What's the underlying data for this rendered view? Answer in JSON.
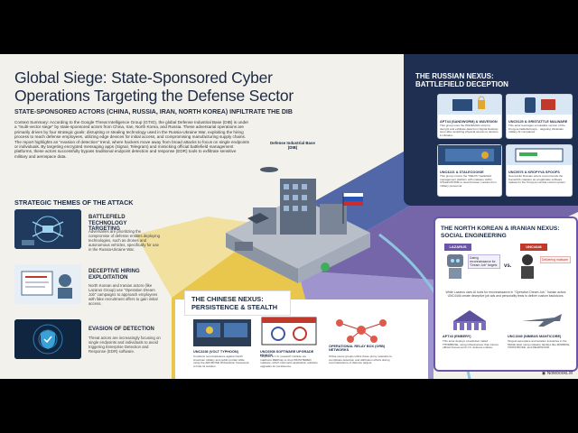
{
  "title": "Global Siege: State-Sponsored Cyber Operations Targeting the Defense Sector",
  "subtitle": "STATE-SPONSORED ACTORS (CHINA, RUSSIA, IRAN, NORTH KOREA) INFILTRATE THE DIB",
  "context": "Context Summary: According to the Google Threat Intelligence Group (GTIG), the global Defense Industrial Base (DIB) is under a \"multi-vector siege\" by state-sponsored actors from China, Iran, North Korea, and Russia. These adversarial operations are primarily driven by four strategic goals: disrupting or stealing technology used in the Russia-Ukraine War, exploiting the hiring process to reach defense employees, utilizing edge devices for initial access, and compromising manufacturing supply chains. The report highlights an \"evasion of detection\" trend, where hackers move away from broad attacks to focus on single endpoints or individuals. By targeting encrypted messaging apps (Signal, Telegram) and mimicking official battlefield management platforms, these actors successfully bypass traditional endpoint detection and response (EDR) tools to exfiltrate sensitive military and aerospace data.",
  "themes": {
    "heading": "STRATEGIC THEMES OF THE ATTACK",
    "items": [
      {
        "title": "BATTLEFIELD TECHNOLOGY TARGETING",
        "body": "Adversaries are prioritizing the compromise of defense entities deploying technologies, such as drones and autonomous vehicles, specifically for use in the Russia-Ukraine War."
      },
      {
        "title": "DECEPTIVE HIRING EXPLOITATION",
        "body": "North Korean and Iranian actors (like Lazarus Group) use \"Operation Dream Job\" campaigns to approach employees with fake recruitment offers to gain initial access."
      },
      {
        "title": "EVASION OF DETECTION",
        "body": "Threat actors are increasingly focusing on single endpoints and individuals to avoid triggering Enterprise Detection and Response (EDR) software."
      }
    ]
  },
  "center": {
    "dib_label": "Defense Industrial Base (DIB)"
  },
  "russia": {
    "heading_line1": "THE RUSSIAN NEXUS:",
    "heading_line2": "BATTLEFIELD DECEPTION",
    "cards": [
      {
        "title": "APT44 (SANDWORM) & WAVESIGN",
        "body": "This group uses the WAVESIGN script to decrypt and exfiltrate data from Signal Desktop soon after acquiring physical access to devices in Ukraine."
      },
      {
        "title": "UNC5125 & GRISTATTLE MALWARE",
        "body": "This actor leverages a lookalike version of the Kropyva battlefield app... targeting Ukrainian military AI companies."
      },
      {
        "title": "UNC4221 & STALECOOKIE",
        "body": "This group mimics the \"DELTA\" battlefield management platform with malware within STALECOOKIE to steal browser cookies from military personnel."
      },
      {
        "title": "UNC5976 & KROPYVA SPOOFS",
        "body": "Successful Russian actors recommends the CamelOS malware as a legitimate software update for the Kropyva combat control system."
      }
    ]
  },
  "nk": {
    "heading_line1": "THE NORTH KOREAN & IRANIAN NEXUS:",
    "heading_line2": "SOCIAL ENGINEERING",
    "lazarus_tag": "LAZARUS",
    "unc_tag": "UNC4446",
    "vs": "vs.",
    "job_bubble": "Dating reconnaissance for \"Dream Job\" targets",
    "delivery_bubble": "Delivering malware",
    "body": "While Lazarus uses AI tools for reconnaissance in \"Operation Dream Job,\" Iranian actors UNC4446 create deceptive job ads and personality tests to deliver custom backdoors.",
    "cards": [
      {
        "title": "APT43 (EMBERY)",
        "body": "This actor deploys a backdoor called THOMBASE, using infrastructure that mimics official Korean and U.S. defense entities."
      },
      {
        "title": "UNC1549 (NIMBUS MANTICORE)",
        "body": "Targets aerospace and aviation industries in the Middle East using malware families like MINIBIKE, TWOSTROKE, and DEADWOOD."
      }
    ]
  },
  "china": {
    "heading_line1": "THE CHINESE NEXUS:",
    "heading_line2": "PERSISTENCE & STEALTH",
    "cards": [
      {
        "title": "UNC3236 (VOLT TYPHOON)",
        "body": "Conducts reconnaissance against North American military and public portals while using the ARCMOSE Obfuscation framework to hide its location."
      },
      {
        "title": "UNC6508 SOFTWARE UPGRADE HIJACK",
        "body": "Targeted a U.S. research institute via malicious REDCap to drop INFINITERED malware, which intercepts application software upgrades for persistence."
      },
      {
        "title": "OPERATIONAL RELAY BOX (ORB) NETWORKS",
        "body": "China-nexus groups utilize these proxy networks to complicate detection and attribution efforts during reconnaissance of defense targets."
      }
    ]
  },
  "footer": {
    "brand": "NotebookLM"
  }
}
